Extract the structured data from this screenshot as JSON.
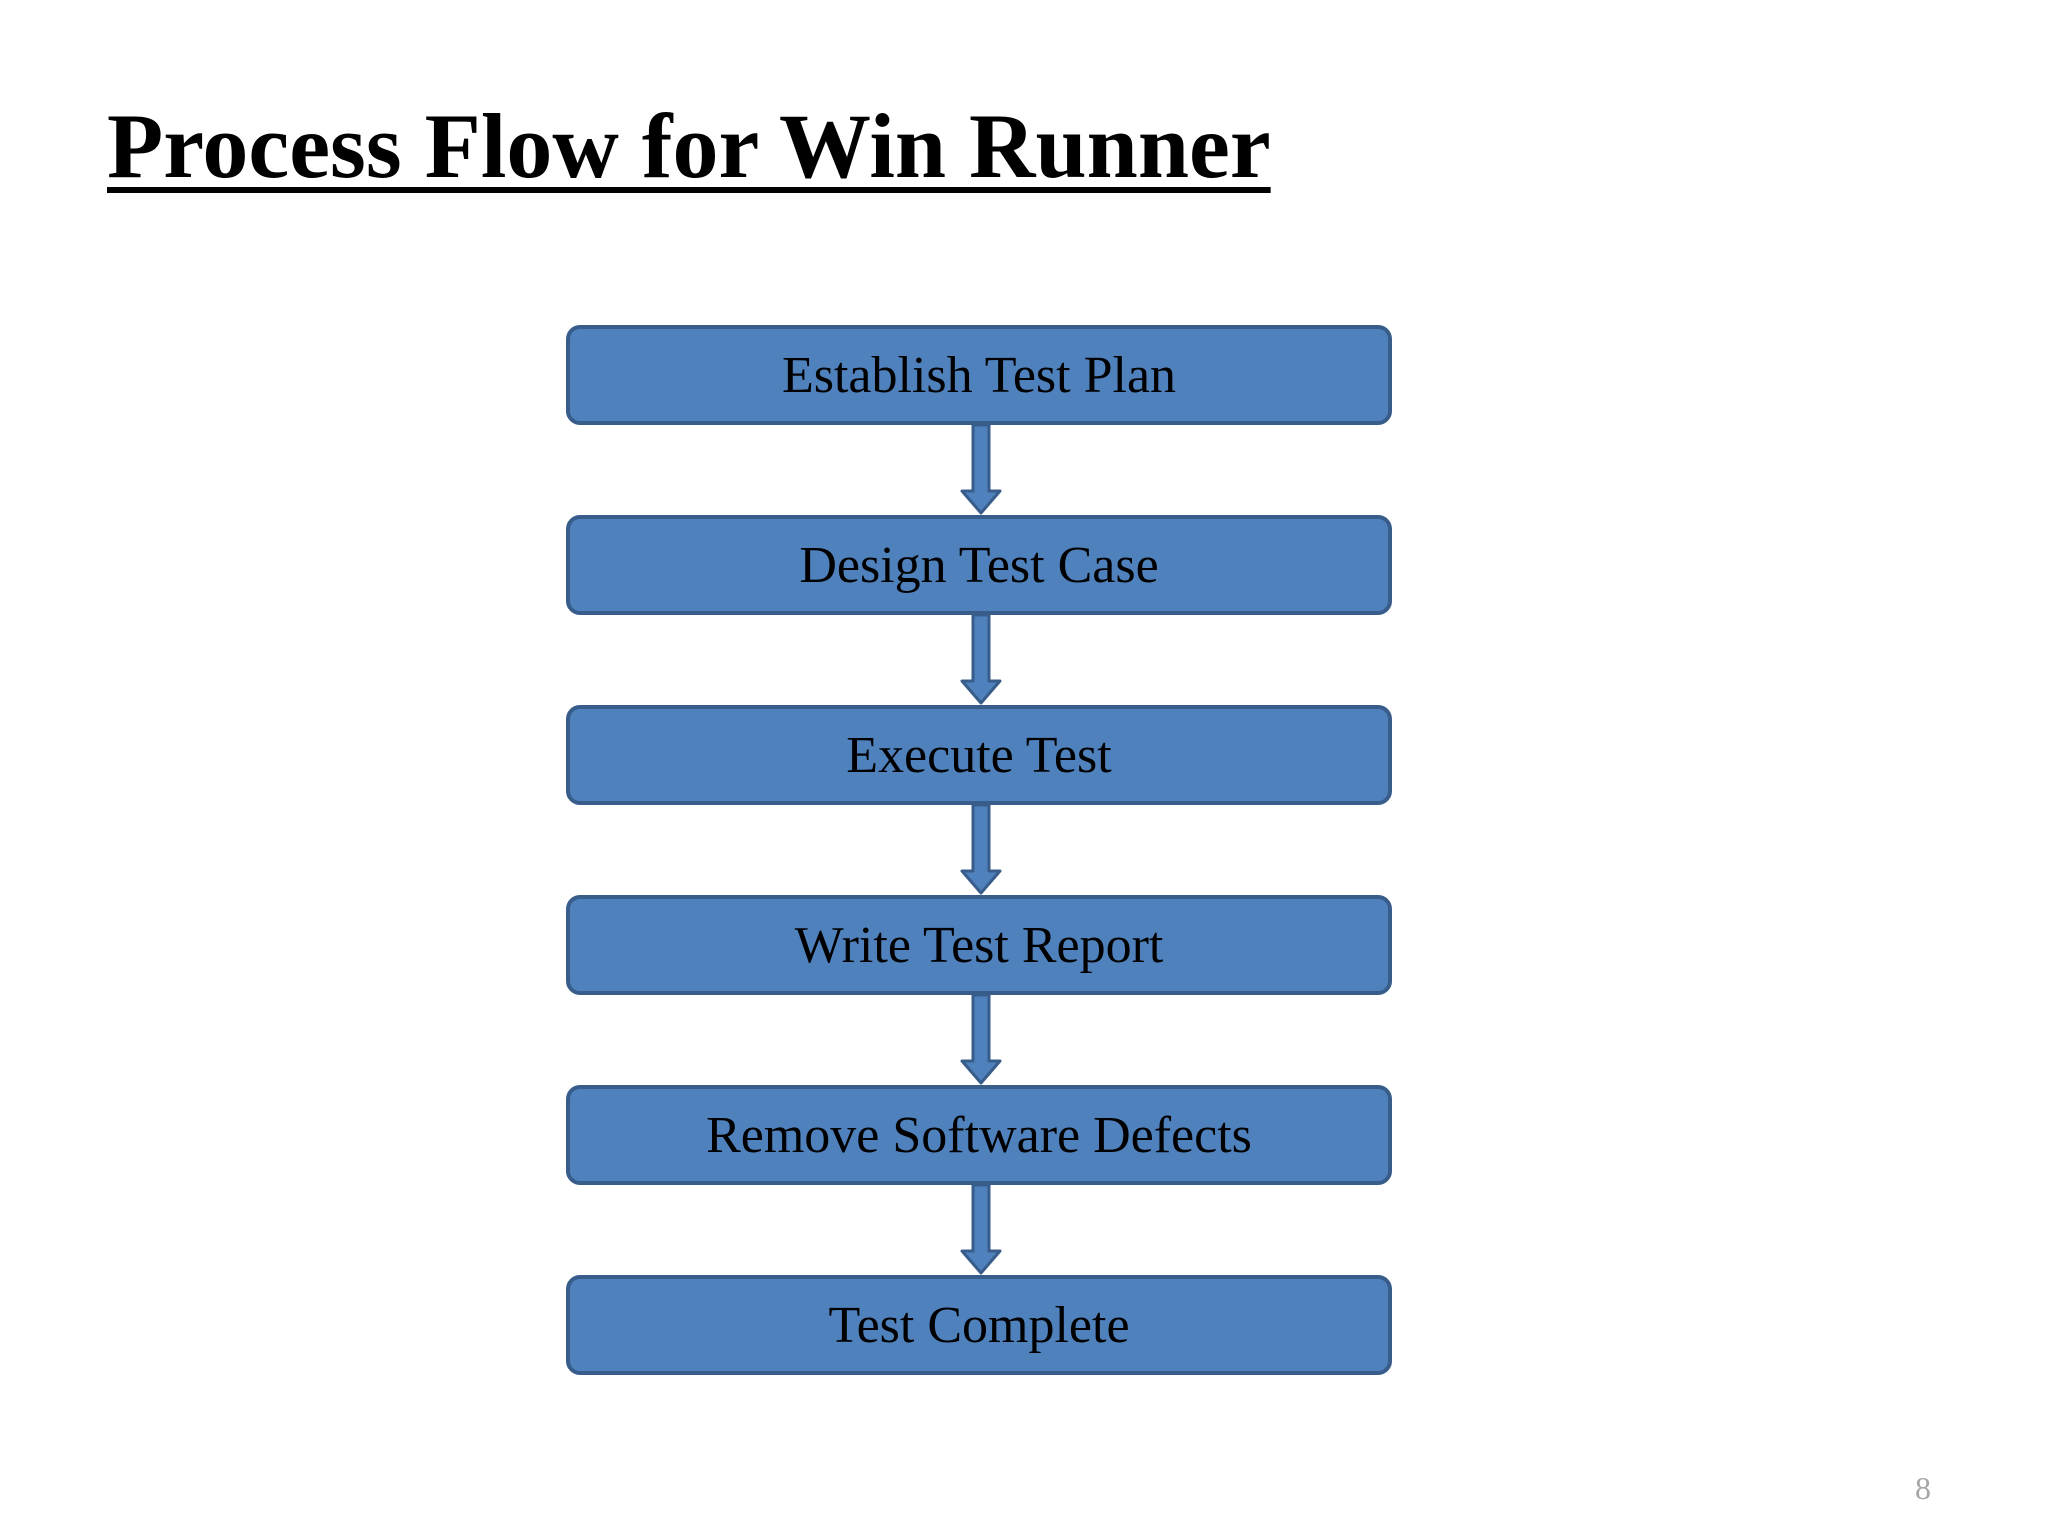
{
  "title": "Process Flow for Win Runner",
  "steps": [
    {
      "label": "Establish Test Plan"
    },
    {
      "label": "Design Test Case"
    },
    {
      "label": "Execute Test"
    },
    {
      "label": "Write Test Report"
    },
    {
      "label": "Remove Software Defects"
    },
    {
      "label": "Test Complete"
    }
  ],
  "page_number": "8",
  "colors": {
    "box_fill": "#4f81bd",
    "box_border": "#385d8a",
    "arrow": "#4f81bd",
    "page_number": "#a6a6a6"
  }
}
